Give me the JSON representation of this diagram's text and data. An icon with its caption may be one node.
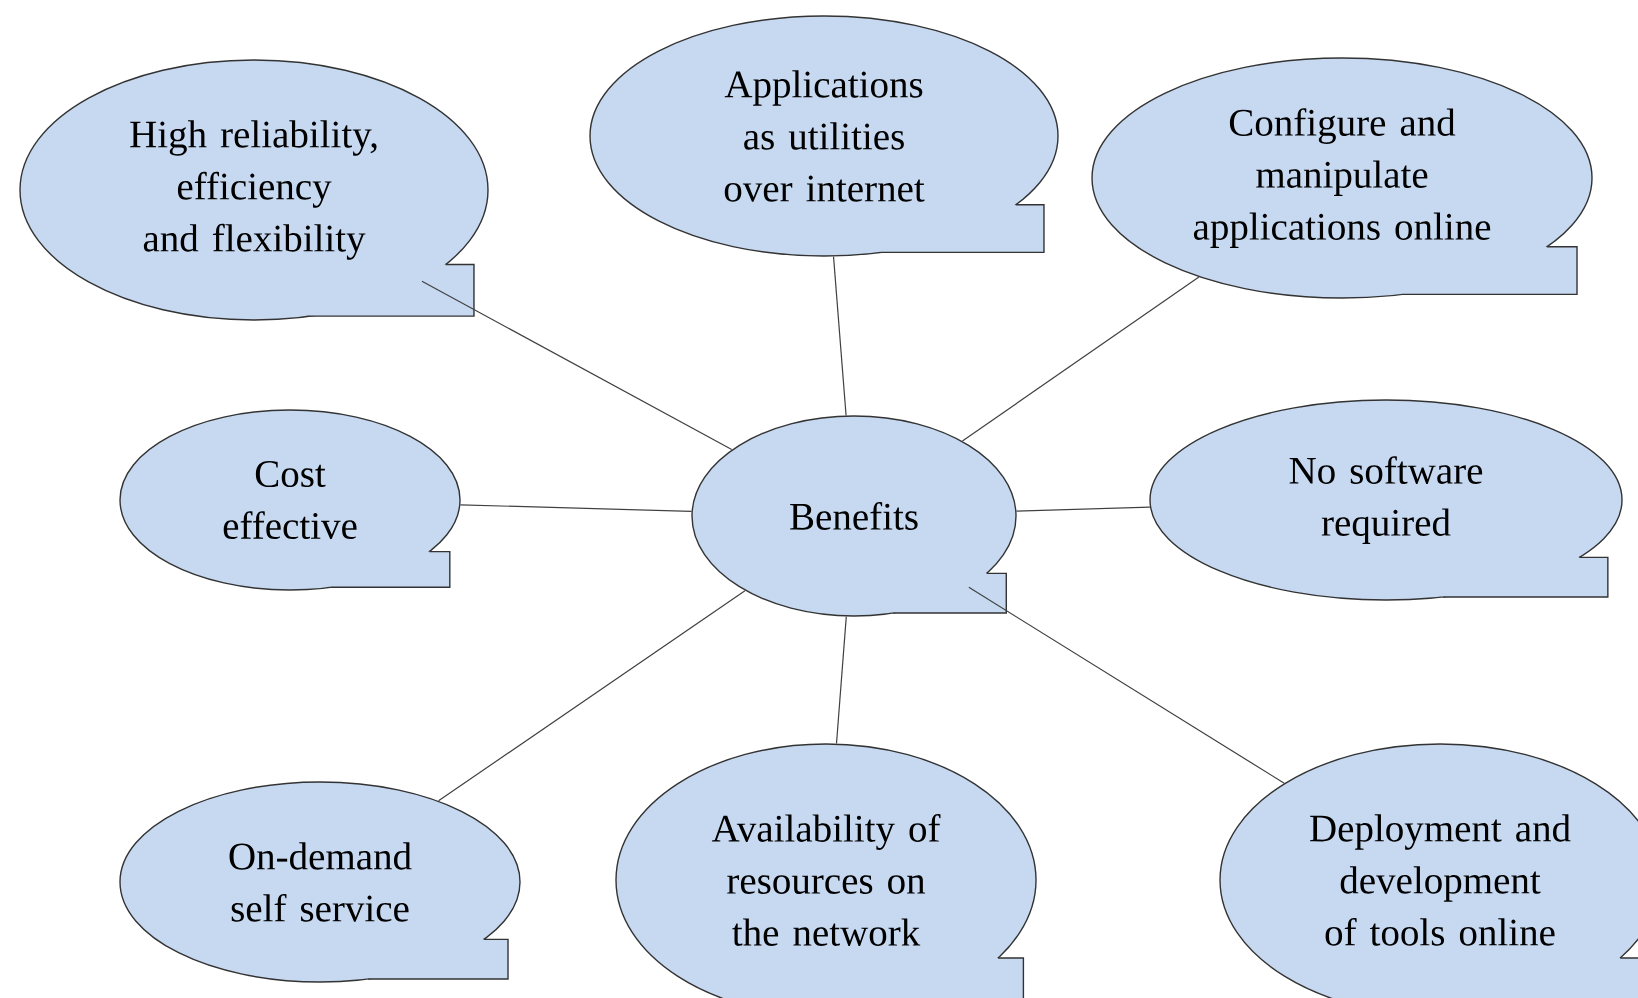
{
  "diagram": {
    "nodes": [
      {
        "text": [
          "Benefits"
        ]
      },
      {
        "text": [
          "High reliability, efficiency and flexibility"
        ]
      },
      {
        "text": [
          "Applications as utilities over internet"
        ]
      },
      {
        "text": [
          "Configure and manipulate applications online"
        ]
      },
      {
        "text": [
          "Cost effective"
        ]
      },
      {
        "text": [
          "No software required"
        ]
      },
      {
        "text": [
          "On-demand self service"
        ]
      },
      {
        "text": [
          "Availability of resources on the network"
        ]
      },
      {
        "text": [
          "Deployment and development of tools online"
        ]
      }
    ],
    "edges": [
      {
        "from": 0,
        "to": 1,
        "arrow": "none"
      },
      {
        "from": 0,
        "to": 2,
        "arrow": "none"
      },
      {
        "from": 0,
        "to": 3,
        "arrow": "none"
      },
      {
        "from": 0,
        "to": 4,
        "arrow": "none"
      },
      {
        "from": 0,
        "to": 5,
        "arrow": "none"
      },
      {
        "from": 0,
        "to": 6,
        "arrow": "none"
      },
      {
        "from": 0,
        "to": 7,
        "arrow": "none"
      },
      {
        "from": 0,
        "to": 8,
        "arrow": "none"
      }
    ]
  }
}
